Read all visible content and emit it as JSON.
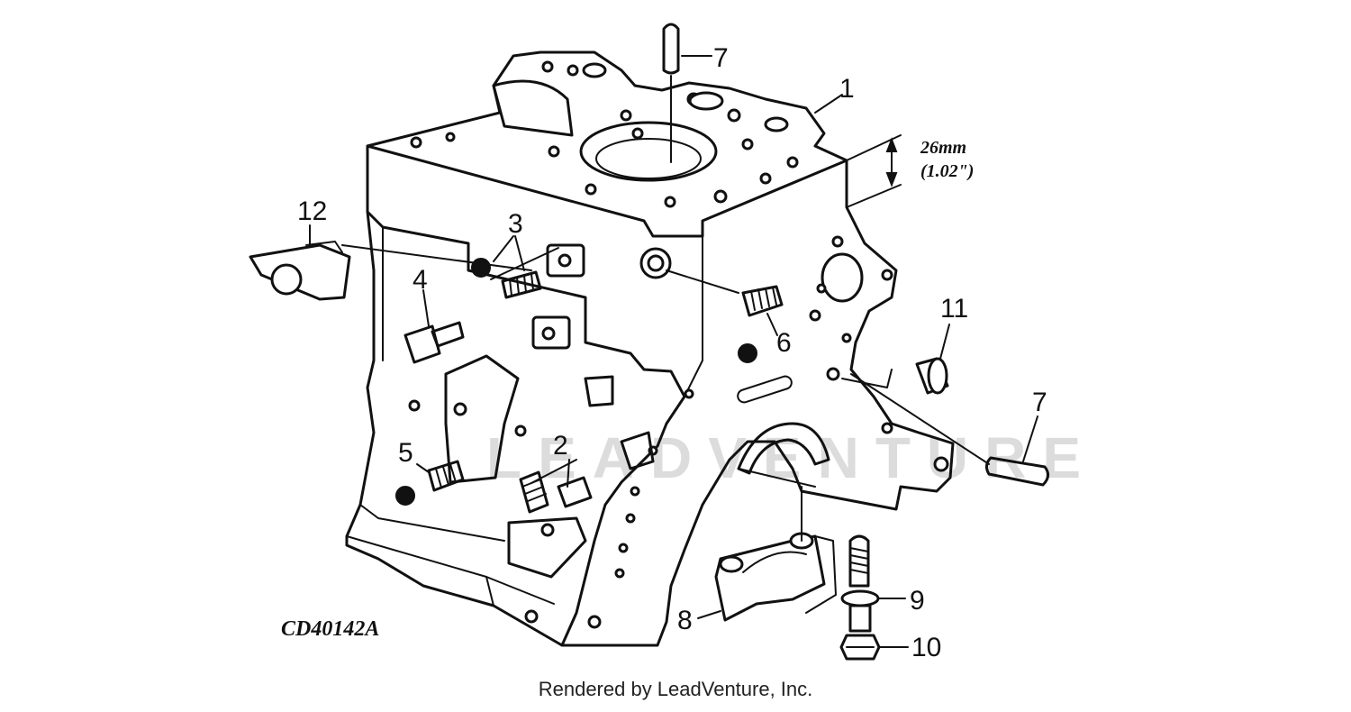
{
  "diagram": {
    "callouts": [
      "1",
      "2",
      "3",
      "4",
      "5",
      "6",
      "7",
      "7",
      "8",
      "9",
      "10",
      "11",
      "12"
    ],
    "dimension_mm": "26mm",
    "dimension_in": "(1.02\")",
    "figure_code": "CD40142A",
    "watermark": "LEADVENTURE"
  },
  "footer": {
    "text": "Rendered by LeadVenture, Inc."
  }
}
